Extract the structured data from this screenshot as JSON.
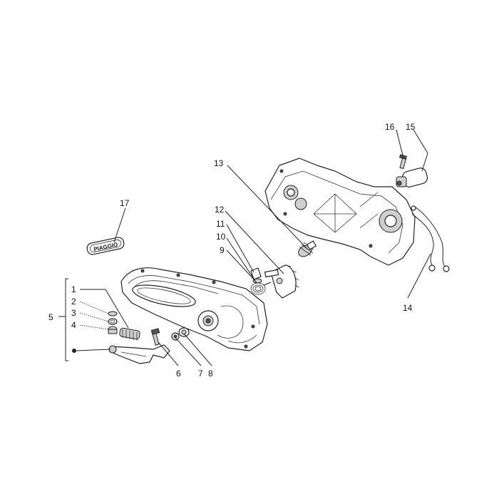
{
  "logo_text": "PIAGGIO",
  "callouts": {
    "c1": "1",
    "c2": "2",
    "c3": "3",
    "c4": "4",
    "c5": "5",
    "c6": "6",
    "c7": "7",
    "c8": "8",
    "c9": "9",
    "c10": "10",
    "c11": "11",
    "c12": "12",
    "c13": "13",
    "c14": "14",
    "c15": "15",
    "c16": "16",
    "c17": "17"
  }
}
